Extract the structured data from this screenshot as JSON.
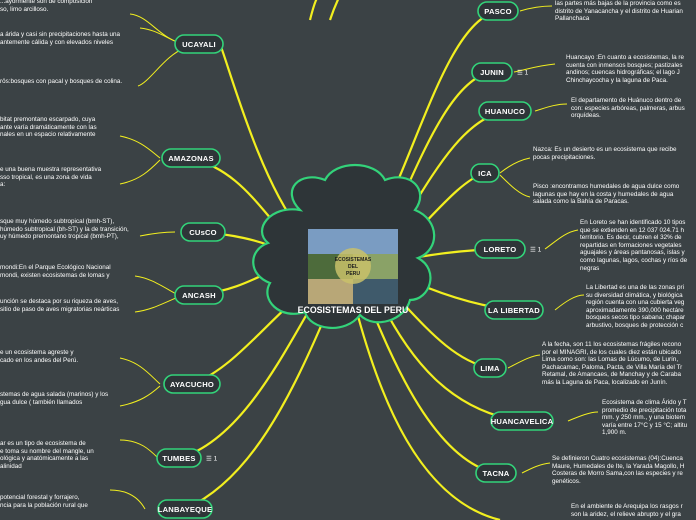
{
  "central": {
    "title": "ECOSISTEMAS DEL PERU",
    "image_caption_lines": [
      "ECOSISTEMAS",
      "DEL",
      "PERU"
    ]
  },
  "colors": {
    "background": "#3b4245",
    "node_fill": "#2e3538",
    "accent": "#33d37a",
    "branch": "#f2ef1f"
  },
  "left_nodes": [
    {
      "label": "UCAYALI"
    },
    {
      "label": "AMAZONAS"
    },
    {
      "label": "CUsCO"
    },
    {
      "label": "ANCASH"
    },
    {
      "label": "AYACUCHO"
    },
    {
      "label": "TUMBES",
      "badge": "1"
    },
    {
      "label": "LANBAYEQUE"
    }
  ],
  "right_nodes": [
    {
      "label": "PASCO"
    },
    {
      "label": "JUNIN",
      "badge": "1"
    },
    {
      "label": "HUANUCO"
    },
    {
      "label": "ICA"
    },
    {
      "label": "LORETO",
      "badge": "1"
    },
    {
      "label": "LA LIBERTAD"
    },
    {
      "label": "LIMA"
    },
    {
      "label": "HUANCAVELICA"
    },
    {
      "label": "TACNA"
    }
  ],
  "left_texts": [
    "...ayormente son de composición\nso, limo arcilloso.",
    "a árida y casi sin precipitaciones hasta una\nantemente cálida y con elevados niveles",
    "rös:bosques con pacal y bosques de colina.",
    "bitat premontano escarpado, cuya\nante varía dramáticamente con las\nnales en un espacio relativamente",
    "e una buena muestra representativa\nsso tropical, es una zona de vida\na:",
    "sque muy húmedo subtropical (bmh-ST),\nhúmedo subtropical (bh-ST) y la de transición,\nuy húmedo premontano tropical (bmh-PT),",
    "mondi:En el Parque Ecológico Nacional\nmondi, existen ecosistemas de lomas y",
    "unción se destaca por su riqueza de aves,\nsitio de paso de aves migratorias neárticas",
    "e un ecosistema agreste y\ncado en los andes del Perú.",
    "stemas de agua salada (marinos) y los\ngua dulce ( también llamados",
    "ar es un tipo de ecosistema de\ne toma su nombre del mangle, un\nológica y anatómicamente a las\nalinidad",
    "potencial forestal y forrajero,\nncia para la población rural que"
  ],
  "right_texts": [
    "las partes más bajas de la provincia como es\ndistrito de Yanacancha y el distrito de Huarian\nPallanchaca",
    "Huancayo :En cuanto a ecosistemas, la re\ncuenta con inmensos bosques; pastizales\nandinos; cuencas hidrográficas; el lago J\nChinchaycocha y la laguna de Paca.",
    "El departamento de Huánuco dentro de\ncon: especies arbóreas, palmeras, arbus\norquídeas.",
    "Nazca: Es un desierto es un ecosistema que recibe\npocas precipitaciones.",
    "Pisco :encontramos humedales de agua dulce como\nlagunas que hay en la costa y humedales de agua\nsalada como la Bahía de Paracas.",
    "En Loreto se han identificado 10 tipos\nque se extienden en 12 037 024.71 h\nterritorio. Es decir, cubren el 32% de\nrepartidas en formaciones vegetales\naguajales y áreas pantanosas, islas y\ncomo lagunas, lagos, cochas y ríos de\nnegras",
    "La Libertad es una de las zonas pri\nsu diversidad climática, y biológica\nregión cuenta con una cubierta veg\naproximadamente 390,000 hectáre\nbosques secos tipo sabana; chapar\narbustivo, bosques de protección c",
    "A la fecha, son 11 los ecosistemas frágiles recono\npor el MINAGRI, de los cuales diez están ubicado\nLima como son: las Lomas de Lúcumo, de Lurín,\nPachacamac, Paloma, Pacta, de Villa María del Tr\nRetamal, de Amancaes, de Manchay y de Caraba\nmás la Laguna de Paca, localizado en Junín.",
    "Ecosistema de clima Árido y T\npromedio de precipitación tota\nmm. y 250 mm., y una biotem\nvaría entre 17°C y 15 °C; altitu\n1,900 m.",
    "Se definieron Cuatro ecosistemas (04):Cuenca\nMaure, Humedales de Ite, la Yarada Magollo, H\nCosteras de Morro Sama,con las especies y re\ngenéticos.",
    "En el ambiente de Arequipa los rasgos r\nson la aridez, el relieve abrupto y el gra"
  ]
}
